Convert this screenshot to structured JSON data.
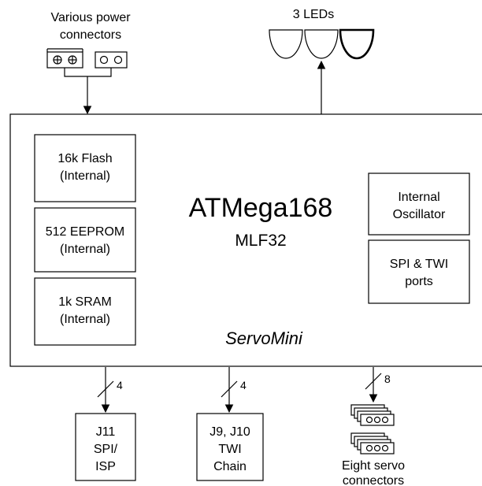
{
  "power": {
    "line1": "Various power",
    "line2": "connectors"
  },
  "leds": {
    "label": "3 LEDs"
  },
  "chip": {
    "name": "ATMega168",
    "package": "MLF32",
    "board": "ServoMini"
  },
  "memory": {
    "flash": {
      "line1": "16k Flash",
      "line2": "(Internal)"
    },
    "eeprom": {
      "line1": "512 EEPROM",
      "line2": "(Internal)"
    },
    "sram": {
      "line1": "1k SRAM",
      "line2": "(Internal)"
    }
  },
  "oscillator": {
    "line1": "Internal",
    "line2": "Oscillator"
  },
  "ports": {
    "line1": "SPI & TWI",
    "line2": "ports"
  },
  "buses": {
    "spi_width": "4",
    "twi_width": "4",
    "servo_width": "8"
  },
  "connectors": {
    "j11": {
      "line1": "J11",
      "line2": "SPI/",
      "line3": "ISP"
    },
    "j9": {
      "line1": "J9, J10",
      "line2": "TWI",
      "line3": "Chain"
    },
    "servo": {
      "line1": "Eight servo",
      "line2": "connectors"
    }
  }
}
